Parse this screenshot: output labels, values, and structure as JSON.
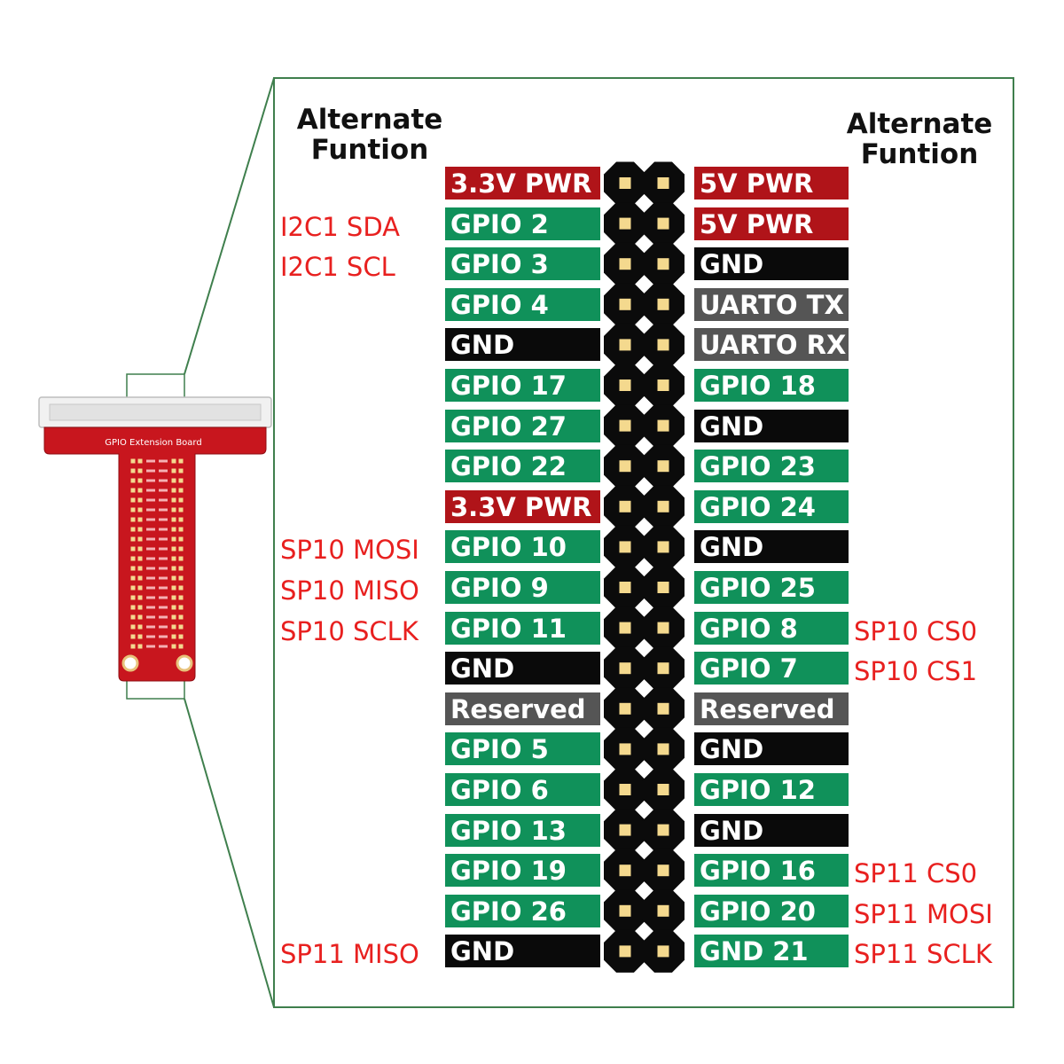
{
  "headings": {
    "left": "Alternate\nFuntion",
    "right": "Alternate\nFuntion"
  },
  "board": {
    "label": "GPIO Extension Board"
  },
  "colors": {
    "power": "#b01419",
    "gpio": "#10915a",
    "ground": "#0a0a0a",
    "special": "#555555",
    "alt_text": "#e8201f",
    "frame": "#3f7f4d"
  },
  "rows": [
    {
      "left_alt": "",
      "left": {
        "label": "3.3V PWR",
        "type": "power"
      },
      "right": {
        "label": "5V PWR",
        "type": "power"
      },
      "right_alt": ""
    },
    {
      "left_alt": "I2C1 SDA",
      "left": {
        "label": "GPIO 2",
        "type": "gpio"
      },
      "right": {
        "label": "5V PWR",
        "type": "power"
      },
      "right_alt": ""
    },
    {
      "left_alt": "I2C1 SCL",
      "left": {
        "label": "GPIO 3",
        "type": "gpio"
      },
      "right": {
        "label": "GND",
        "type": "ground"
      },
      "right_alt": ""
    },
    {
      "left_alt": "",
      "left": {
        "label": "GPIO 4",
        "type": "gpio"
      },
      "right": {
        "label": "UARTO TX",
        "type": "special"
      },
      "right_alt": ""
    },
    {
      "left_alt": "",
      "left": {
        "label": "GND",
        "type": "ground"
      },
      "right": {
        "label": "UARTO RX",
        "type": "special"
      },
      "right_alt": ""
    },
    {
      "left_alt": "",
      "left": {
        "label": "GPIO 17",
        "type": "gpio"
      },
      "right": {
        "label": "GPIO 18",
        "type": "gpio"
      },
      "right_alt": ""
    },
    {
      "left_alt": "",
      "left": {
        "label": "GPIO 27",
        "type": "gpio"
      },
      "right": {
        "label": "GND",
        "type": "ground"
      },
      "right_alt": ""
    },
    {
      "left_alt": "",
      "left": {
        "label": "GPIO 22",
        "type": "gpio"
      },
      "right": {
        "label": "GPIO 23",
        "type": "gpio"
      },
      "right_alt": ""
    },
    {
      "left_alt": "",
      "left": {
        "label": "3.3V PWR",
        "type": "power"
      },
      "right": {
        "label": "GPIO 24",
        "type": "gpio"
      },
      "right_alt": ""
    },
    {
      "left_alt": "SP10 MOSI",
      "left": {
        "label": "GPIO 10",
        "type": "gpio"
      },
      "right": {
        "label": "GND",
        "type": "ground"
      },
      "right_alt": ""
    },
    {
      "left_alt": "SP10 MISO",
      "left": {
        "label": "GPIO 9",
        "type": "gpio"
      },
      "right": {
        "label": "GPIO 25",
        "type": "gpio"
      },
      "right_alt": ""
    },
    {
      "left_alt": "SP10 SCLK",
      "left": {
        "label": "GPIO 11",
        "type": "gpio"
      },
      "right": {
        "label": "GPIO 8",
        "type": "gpio"
      },
      "right_alt": "SP10 CS0"
    },
    {
      "left_alt": "",
      "left": {
        "label": "GND",
        "type": "ground"
      },
      "right": {
        "label": "GPIO 7",
        "type": "gpio"
      },
      "right_alt": "SP10 CS1"
    },
    {
      "left_alt": "",
      "left": {
        "label": "Reserved",
        "type": "special"
      },
      "right": {
        "label": "Reserved",
        "type": "special"
      },
      "right_alt": ""
    },
    {
      "left_alt": "",
      "left": {
        "label": "GPIO 5",
        "type": "gpio"
      },
      "right": {
        "label": "GND",
        "type": "ground"
      },
      "right_alt": ""
    },
    {
      "left_alt": "",
      "left": {
        "label": "GPIO 6",
        "type": "gpio"
      },
      "right": {
        "label": "GPIO 12",
        "type": "gpio"
      },
      "right_alt": ""
    },
    {
      "left_alt": "",
      "left": {
        "label": "GPIO 13",
        "type": "gpio"
      },
      "right": {
        "label": "GND",
        "type": "ground"
      },
      "right_alt": ""
    },
    {
      "left_alt": "",
      "left": {
        "label": "GPIO 19",
        "type": "gpio"
      },
      "right": {
        "label": "GPIO 16",
        "type": "gpio"
      },
      "right_alt": "SP11 CS0"
    },
    {
      "left_alt": "",
      "left": {
        "label": "GPIO 26",
        "type": "gpio"
      },
      "right": {
        "label": "GPIO 20",
        "type": "gpio"
      },
      "right_alt": "SP11 MOSI"
    },
    {
      "left_alt": "SP11 MISO",
      "left": {
        "label": "GND",
        "type": "ground"
      },
      "right": {
        "label": "GND 21",
        "type": "gpio"
      },
      "right_alt": "SP11 SCLK"
    }
  ]
}
